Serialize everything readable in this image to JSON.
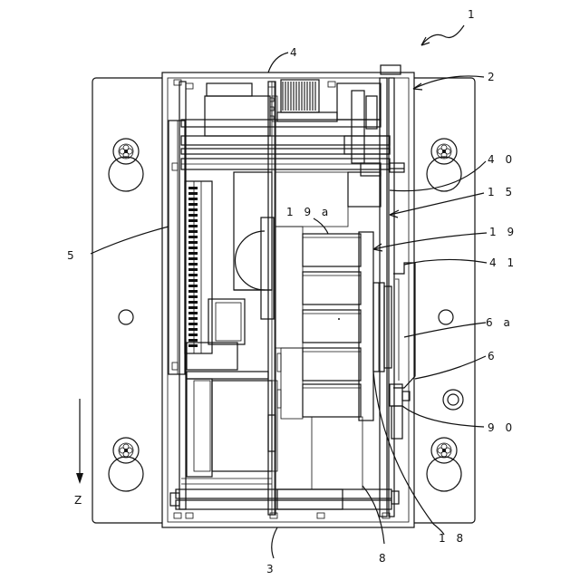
{
  "labels": {
    "l1": "1",
    "l2": "2",
    "l3": "3",
    "l4": "4",
    "l5": "5",
    "l6": "6",
    "l6a": "6 a",
    "l8": "8",
    "l15": "1 5",
    "l18": "1 8",
    "l19": "1 9",
    "l19a": "1 9 a",
    "l40": "4 0",
    "l41": "4 1",
    "l90": "9 0",
    "z": "Z"
  }
}
